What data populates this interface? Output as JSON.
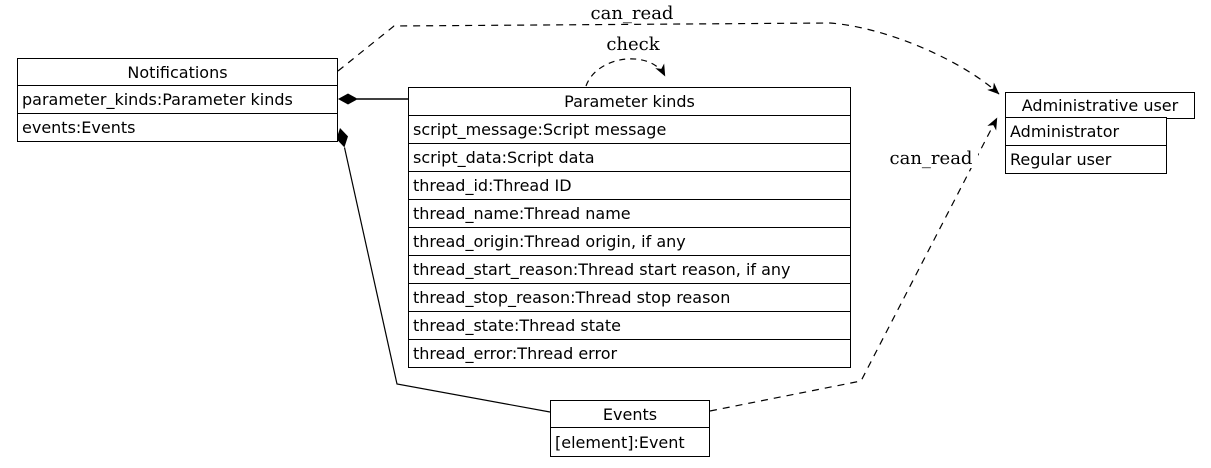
{
  "canvas": {
    "background": "#ffffff",
    "line_color": "#000000"
  },
  "nodes": {
    "notifications": {
      "title": "Notifications",
      "rows": [
        "parameter_kinds:Parameter kinds",
        "events:Events"
      ]
    },
    "parameter_kinds": {
      "title": "Parameter kinds",
      "rows": [
        "script_message:Script message",
        "script_data:Script data",
        "thread_id:Thread ID",
        "thread_name:Thread name",
        "thread_origin:Thread origin, if any",
        "thread_start_reason:Thread start reason, if any",
        "thread_stop_reason:Thread stop reason",
        "thread_state:Thread state",
        "thread_error:Thread error"
      ]
    },
    "administrative_user": {
      "title": "Administrative user",
      "rows": [
        "Administrator",
        "Regular user"
      ]
    },
    "events": {
      "title": "Events",
      "rows": [
        "[element]:Event"
      ]
    }
  },
  "edges": {
    "can_read_top": {
      "label": "can_read",
      "style": "dashed",
      "from": "Notifications",
      "to": "Administrative user"
    },
    "check_loop": {
      "label": "check",
      "style": "dashed",
      "from": "Parameter kinds",
      "to": "Parameter kinds"
    },
    "can_read_bottom": {
      "label": "can_read",
      "style": "dashed",
      "from": "Events",
      "to": "Administrative user"
    },
    "composition_parameter_kinds": {
      "label": "",
      "style": "solid-composition",
      "from": "Notifications",
      "to": "Parameter kinds"
    },
    "composition_events": {
      "label": "",
      "style": "solid-composition",
      "from": "Notifications",
      "to": "Events"
    }
  }
}
